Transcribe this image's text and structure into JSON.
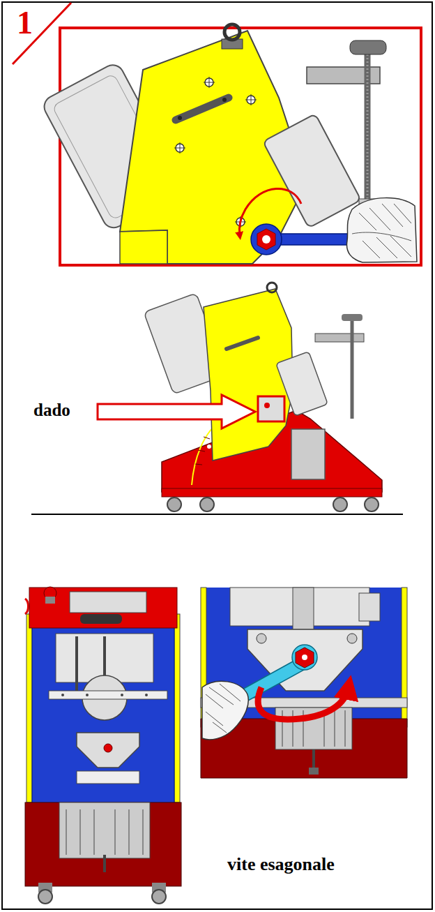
{
  "diagram": {
    "labels": [
      "1",
      "dado",
      "vite esagonale"
    ]
  }
}
